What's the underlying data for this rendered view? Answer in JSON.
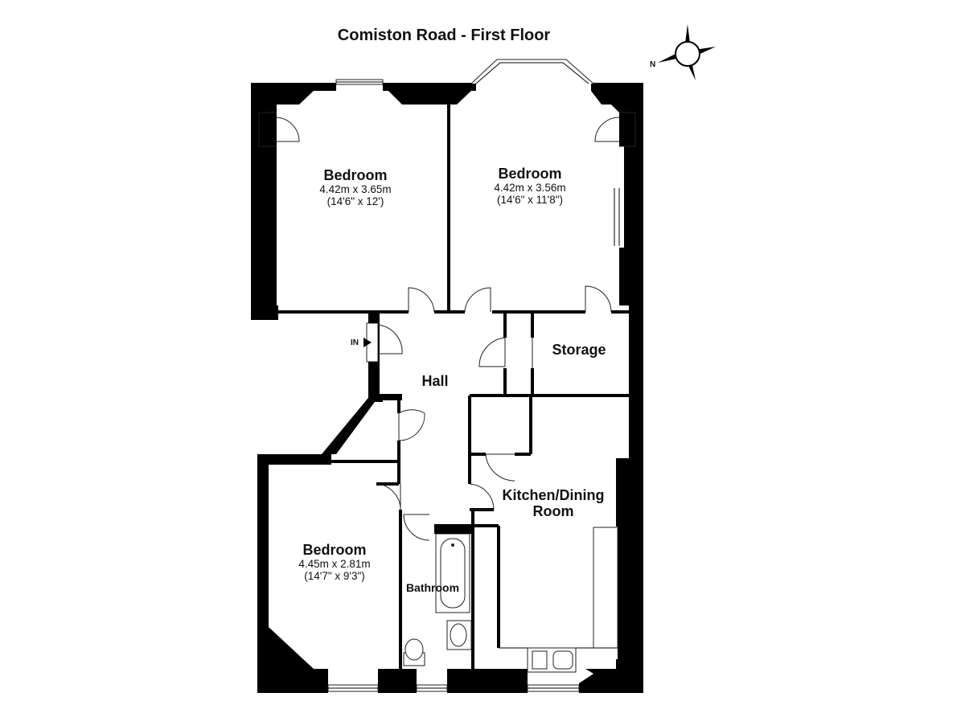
{
  "title": "Comiston Road - First Floor",
  "compass": {
    "label": "N"
  },
  "entrance": {
    "label": "IN"
  },
  "rooms": {
    "bedroom1": {
      "name": "Bedroom",
      "metric": "4.42m x 3.65m",
      "imperial": "(14'6\" x 12')"
    },
    "bedroom2": {
      "name": "Bedroom",
      "metric": "4.42m x 3.56m",
      "imperial": "(14'6\" x 11'8\")"
    },
    "bedroom3": {
      "name": "Bedroom",
      "metric": "4.45m x 2.81m",
      "imperial": "(14'7\" x 9'3\")"
    },
    "hall": {
      "name": "Hall"
    },
    "storage": {
      "name": "Storage"
    },
    "kitchen": {
      "name_line1": "Kitchen/Dining",
      "name_line2": "Room"
    },
    "bathroom": {
      "name": "Bathroom"
    }
  }
}
